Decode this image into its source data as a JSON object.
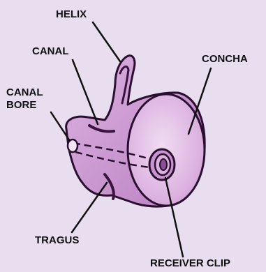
{
  "labels": {
    "helix": "HELIX",
    "canal": "CANAL",
    "concha": "CONCHA",
    "canal_bore_line1": "CANAL",
    "canal_bore_line2": "BORE",
    "tragus": "TRAGUS",
    "receiver_clip": "RECEIVER CLIP"
  },
  "colors": {
    "background": "#e9def0",
    "body_fill": "#d6a8dc",
    "body_highlight": "#ecd6ef",
    "outline": "#2a0f30",
    "label_text": "#111111"
  }
}
